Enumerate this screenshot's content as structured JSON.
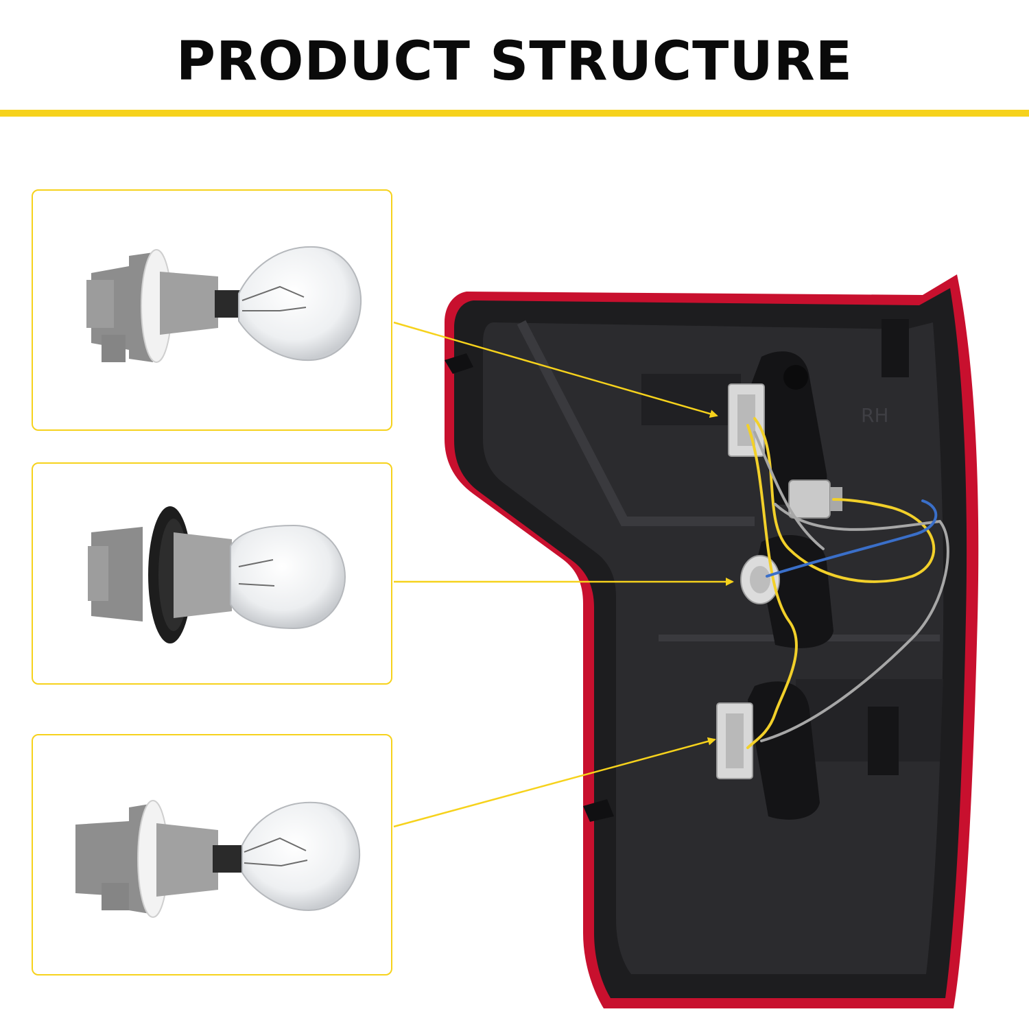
{
  "header": {
    "title": "PRODUCT STRUCTURE"
  },
  "colors": {
    "accent": "#f6d21c",
    "lamp_red": "#c8102e",
    "housing_black": "#1c1c1e",
    "socket_gray": "#9a9a9a",
    "wire_yellow": "#f2d02a",
    "wire_gray": "#a7a7a7",
    "wire_blue": "#3a6fc9"
  },
  "callouts": [
    {
      "icon": "bulb-socket-icon",
      "target": "upper-socket"
    },
    {
      "icon": "bulb-socket-icon",
      "target": "middle-socket"
    },
    {
      "icon": "bulb-socket-icon",
      "target": "lower-socket"
    }
  ],
  "housing": {
    "embossed_label": "RH"
  }
}
